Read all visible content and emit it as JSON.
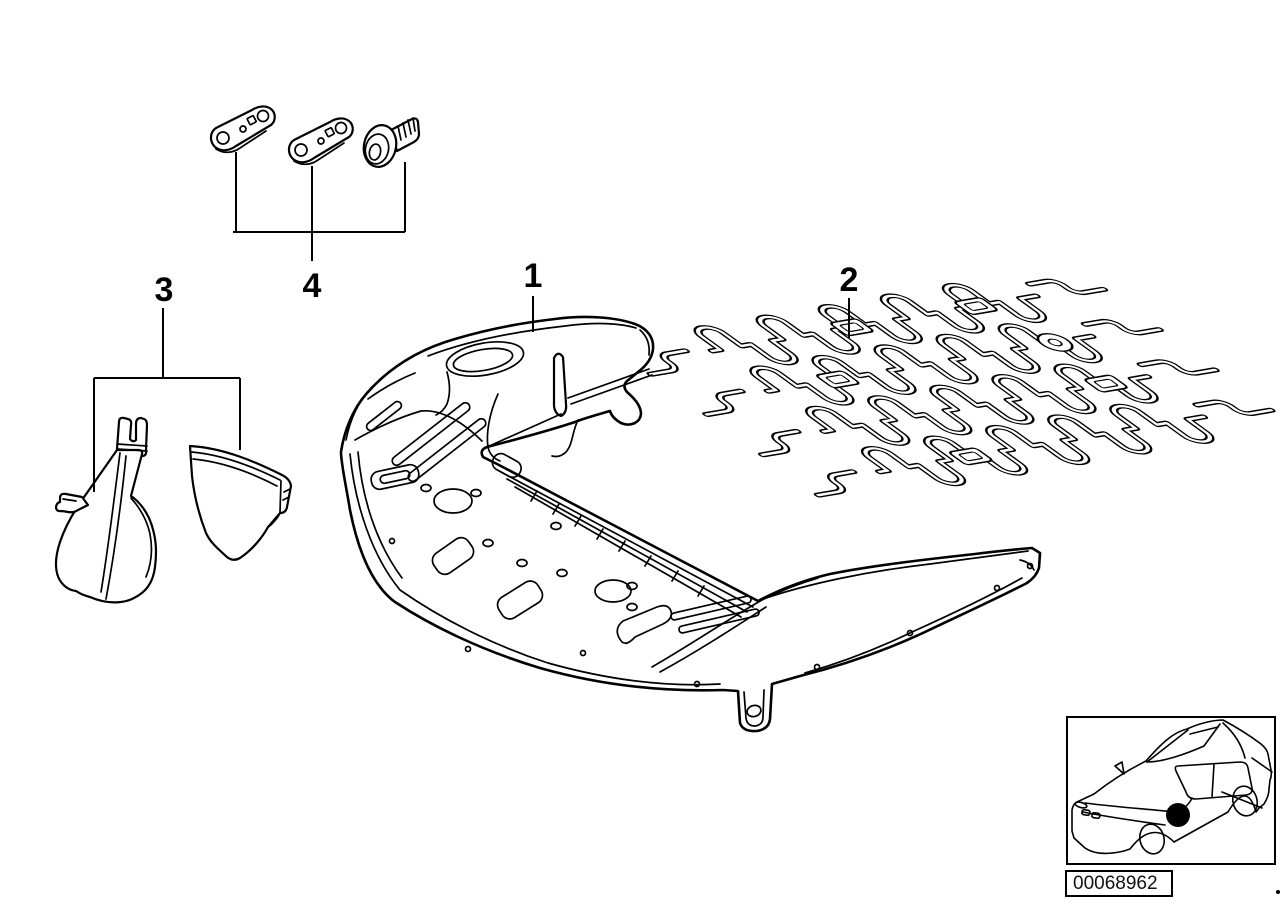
{
  "diagram_type": "parts-diagram",
  "callouts": [
    {
      "label": "1"
    },
    {
      "label": "2"
    },
    {
      "label": "3"
    },
    {
      "label": "4"
    }
  ],
  "footer": {
    "image_code": "00068962"
  },
  "icons": {
    "car_locator": "car-silhouette-with-seat-position-dot"
  },
  "colors": {
    "line": "#000000",
    "background": "#ffffff"
  }
}
